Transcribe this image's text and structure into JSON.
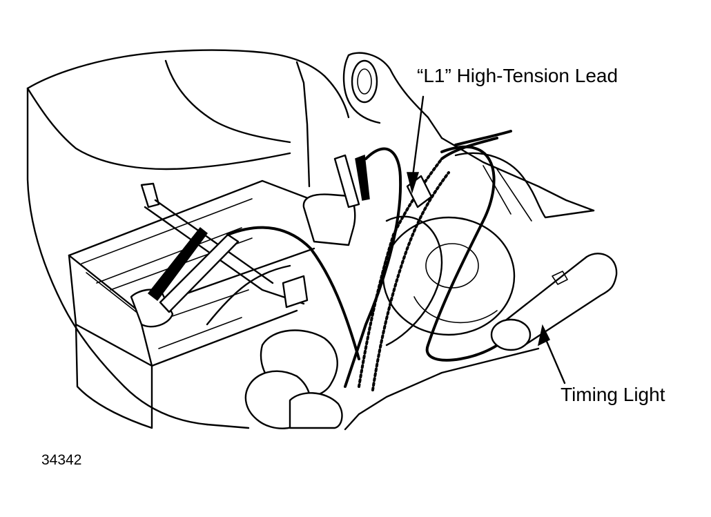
{
  "labels": {
    "high_tension_lead": "“L1” High-Tension Lead",
    "timing_light": "Timing Light",
    "figure_number": "34342"
  },
  "colors": {
    "ink": "#000000",
    "background": "#ffffff"
  }
}
